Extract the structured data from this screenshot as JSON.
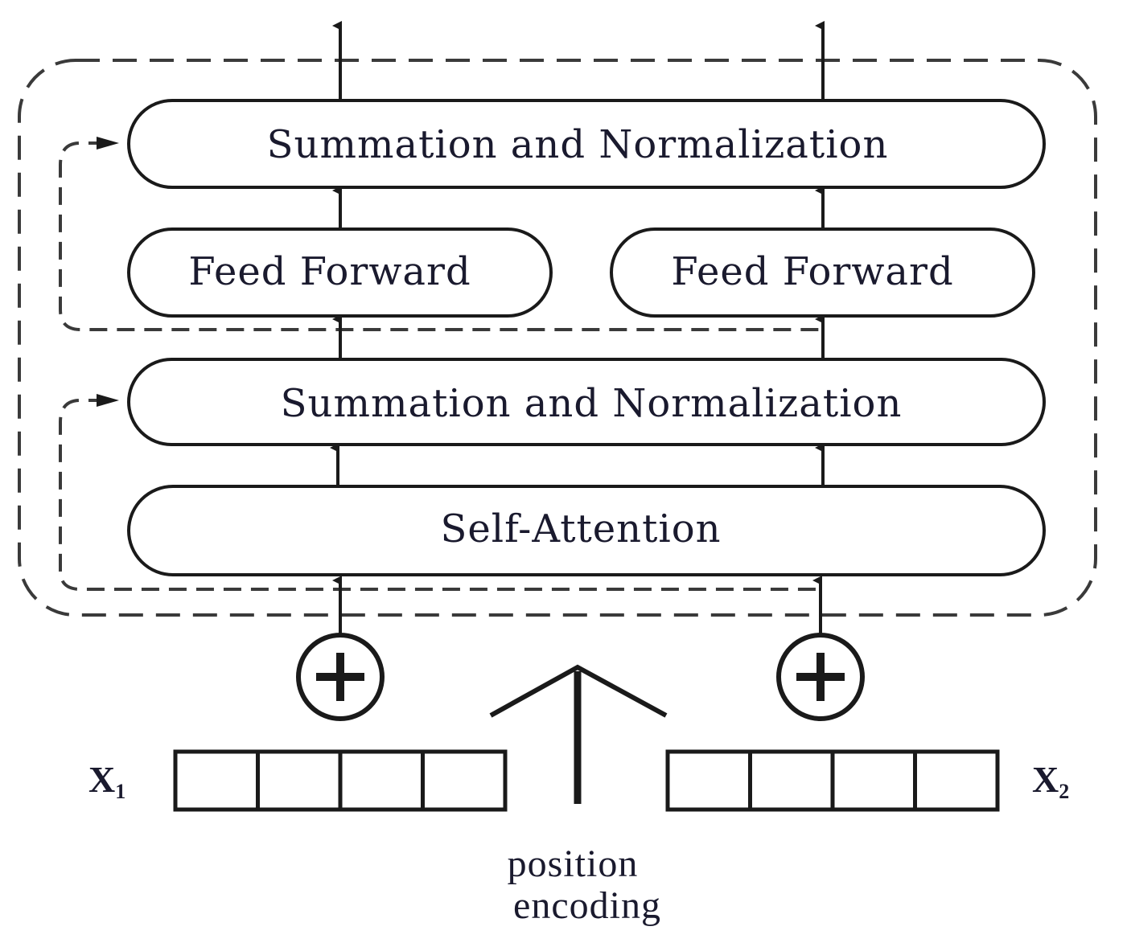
{
  "blocks": {
    "sum_norm_top": "Summation and Normalization",
    "feed_forward_left": "Feed Forward",
    "feed_forward_right": "Feed Forward",
    "sum_norm_bottom": "Summation and Normalization",
    "self_attention": "Self-Attention"
  },
  "inputs": {
    "x1_label": "X",
    "x1_sub": "1",
    "x2_label": "X",
    "x2_sub": "2",
    "x1_cells": 4,
    "x2_cells": 4
  },
  "adders": {
    "left_symbol": "+",
    "right_symbol": "+"
  },
  "position_encoding": {
    "line1": "position",
    "line2": "encoding"
  },
  "colors": {
    "stroke": "#1a1a1a",
    "text": "#1a1a2e",
    "dashed": "#3a3a3a",
    "background": "#ffffff"
  }
}
